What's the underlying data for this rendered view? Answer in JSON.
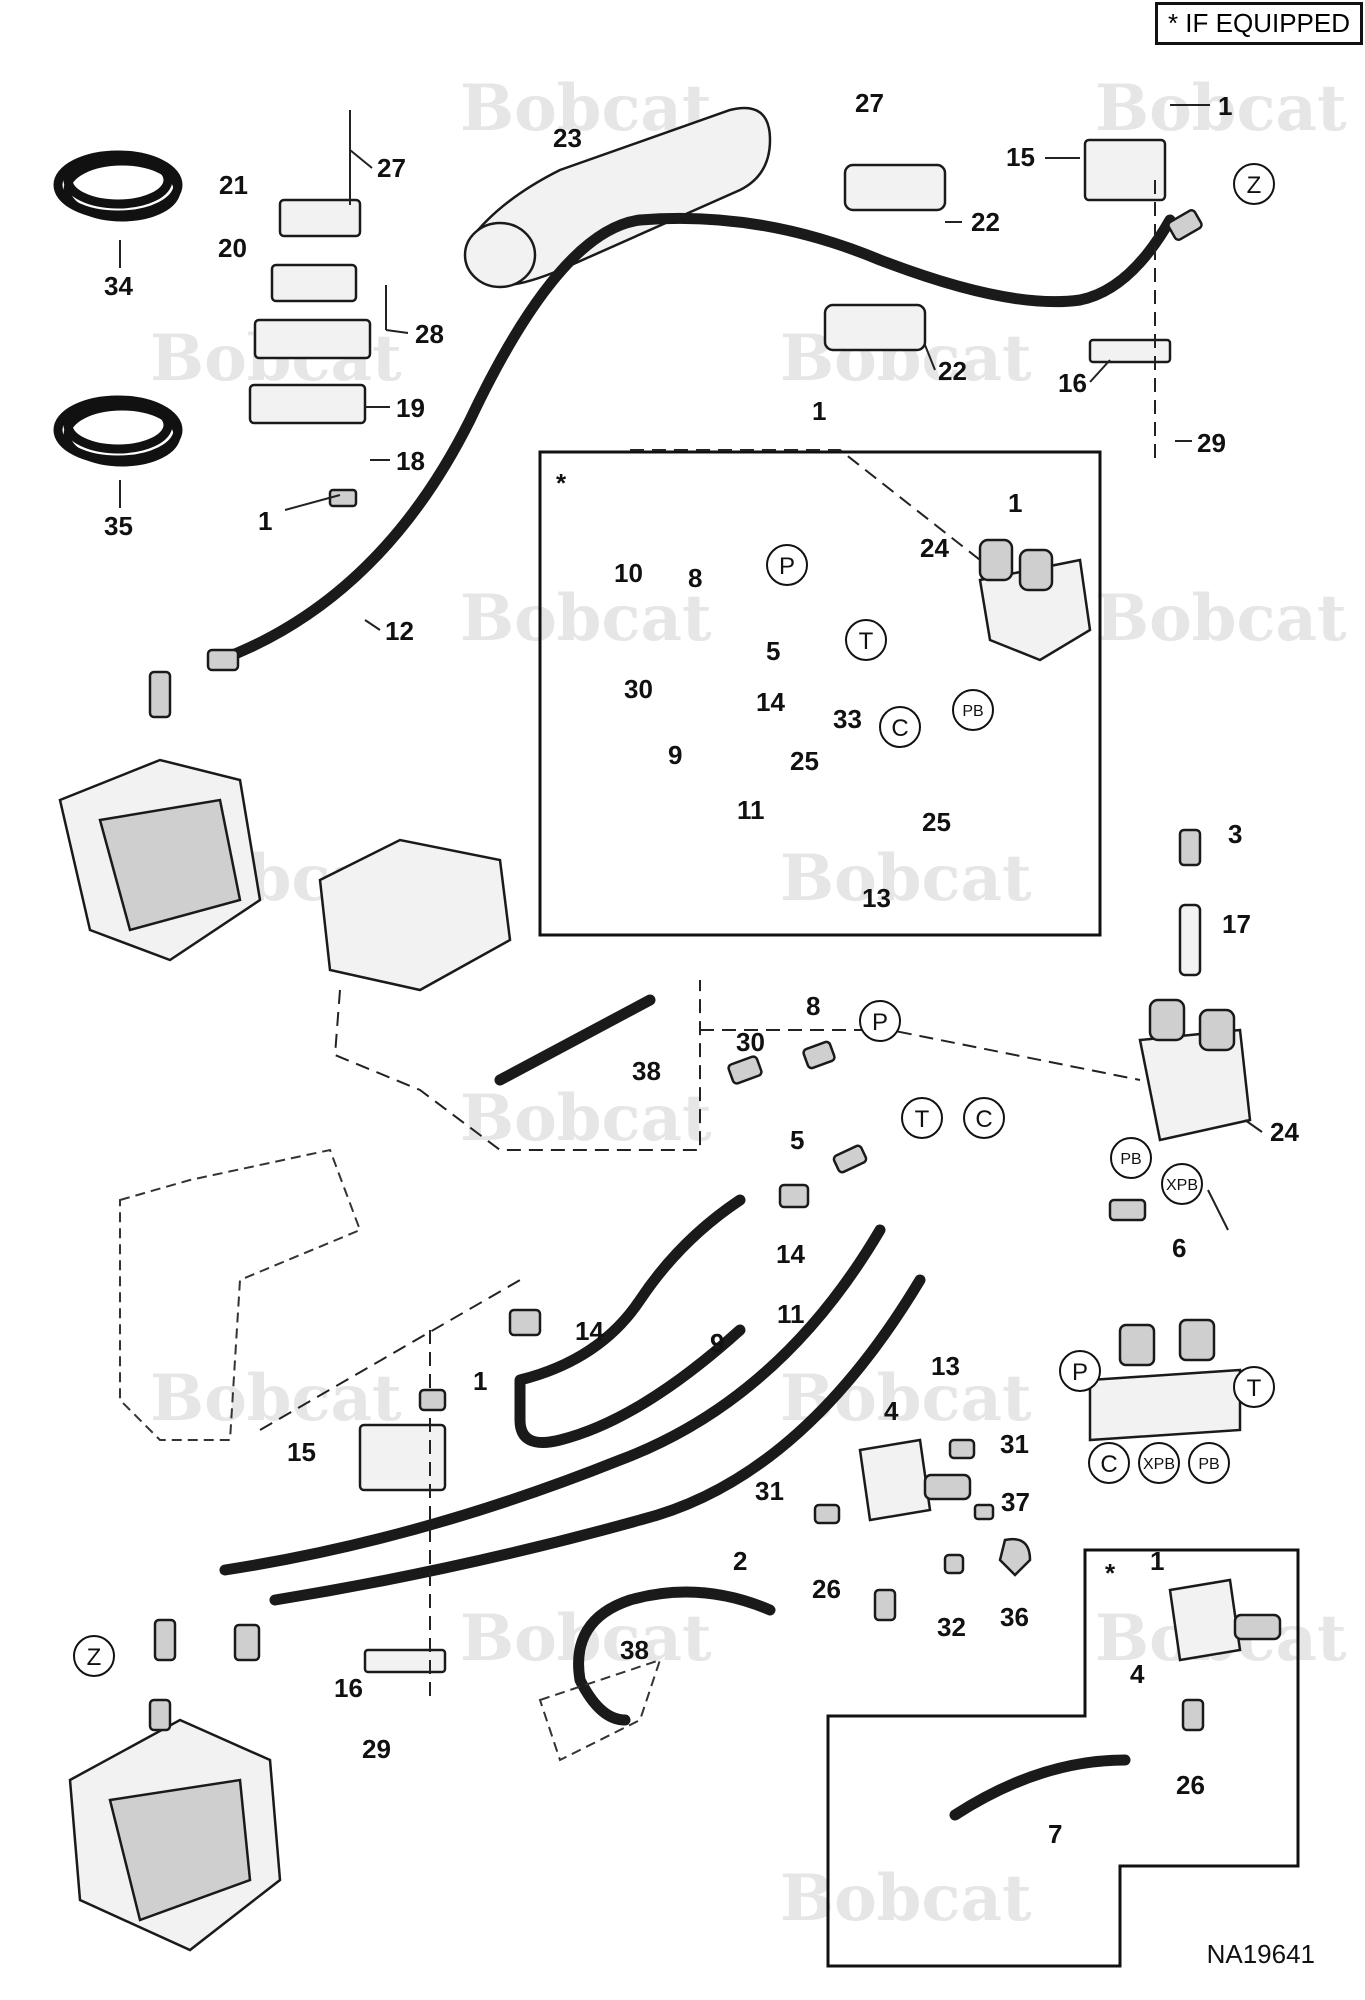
{
  "legend": {
    "marker": "*",
    "text": "IF EQUIPPED"
  },
  "drawing_number": "NA19641",
  "watermark": "Bobcat",
  "callouts": [
    "1",
    "1",
    "1",
    "1",
    "1",
    "1",
    "2",
    "3",
    "4",
    "4",
    "5",
    "5",
    "6",
    "7",
    "8",
    "8",
    "9",
    "9",
    "10",
    "11",
    "11",
    "12",
    "13",
    "13",
    "14",
    "14",
    "14",
    "15",
    "15",
    "16",
    "16",
    "17",
    "18",
    "19",
    "20",
    "21",
    "22",
    "22",
    "23",
    "24",
    "24",
    "25",
    "25",
    "26",
    "26",
    "27",
    "27",
    "28",
    "29",
    "29",
    "30",
    "30",
    "31",
    "31",
    "32",
    "33",
    "34",
    "35",
    "36",
    "37",
    "38",
    "38"
  ],
  "ports": {
    "z": "Z",
    "p": "P",
    "t": "T",
    "c": "C",
    "pb": "PB",
    "xpb": "XPB"
  },
  "colors": {
    "line": "#1a1a1a",
    "watermark": "#e6e6e6",
    "background": "#ffffff"
  }
}
